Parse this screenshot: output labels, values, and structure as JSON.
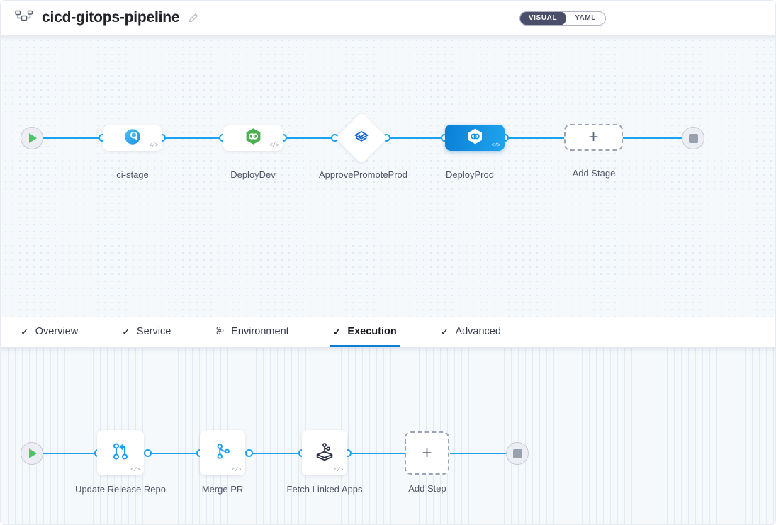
{
  "header": {
    "pipeline_icon": "pipeline-icon",
    "title": "cicd-gitops-pipeline",
    "edit_icon": "pencil-icon",
    "view_toggle": {
      "options": [
        "VISUAL",
        "YAML"
      ],
      "selected": "VISUAL"
    }
  },
  "stage_graph": {
    "start_node": "play-icon",
    "end_node": "stop-icon",
    "nodes": [
      {
        "label": "ci-stage",
        "icon": "ci-build-icon",
        "type": "card",
        "selected": false,
        "code_badge": "</>"
      },
      {
        "label": "DeployDev",
        "icon": "harness-hexagon-green-icon",
        "type": "card",
        "selected": false,
        "code_badge": "</>"
      },
      {
        "label": "ApprovePromoteProd",
        "icon": "approval-check-icon",
        "type": "diamond",
        "selected": false,
        "code_badge": ""
      },
      {
        "label": "DeployProd",
        "icon": "harness-hexagon-white-icon",
        "type": "card",
        "selected": true,
        "code_badge": "</>"
      }
    ],
    "add_node": {
      "label": "Add Stage",
      "glyph": "+"
    }
  },
  "tabs": [
    {
      "label": "Overview",
      "icon": "check-icon",
      "active": false
    },
    {
      "label": "Service",
      "icon": "check-icon",
      "active": false
    },
    {
      "label": "Environment",
      "icon": "environment-icon",
      "active": false
    },
    {
      "label": "Execution",
      "icon": "check-icon",
      "active": true
    },
    {
      "label": "Advanced",
      "icon": "check-icon",
      "active": false
    }
  ],
  "step_graph": {
    "start_node": "play-icon",
    "end_node": "stop-icon",
    "steps": [
      {
        "label": "Update Release Repo",
        "icon": "git-merge-icon",
        "code_badge": "</>"
      },
      {
        "label": "Merge PR",
        "icon": "git-branch-icon",
        "code_badge": "</>"
      },
      {
        "label": "Fetch Linked Apps",
        "icon": "linked-apps-icon",
        "code_badge": "</>"
      }
    ],
    "add_node": {
      "label": "Add Step",
      "glyph": "+"
    }
  },
  "colors": {
    "accent_blue": "#19a3f0",
    "selected_node": "#0b7fd6",
    "canvas_bg": "#f6f9fc",
    "start_green": "#4dc36a",
    "stop_gray": "#9aa0ad",
    "toggle_dark": "#4a4e69"
  }
}
